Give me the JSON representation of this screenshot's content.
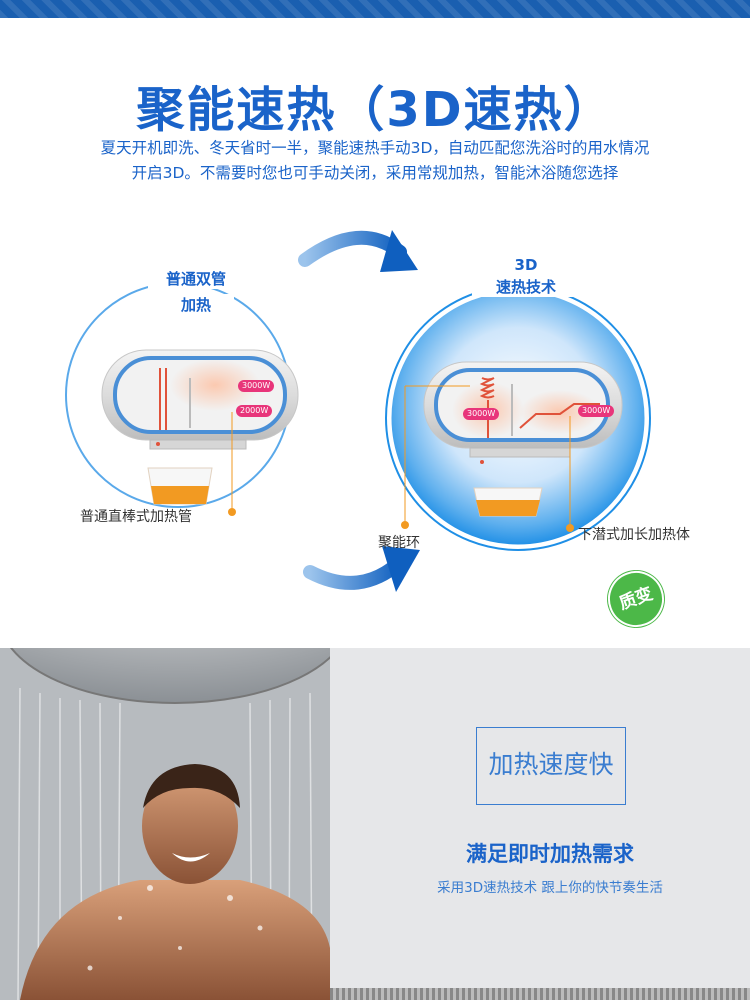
{
  "header": {
    "title": "聚能速热（3D速热）",
    "description_line1": "夏天开机即洗、冬天省时一半，聚能速热手动3D，自动匹配您洗浴时的用水情况",
    "description_line2": "开启3D。不需要时您也可手动关闭，采用常规加热，智能沐浴随您选择"
  },
  "diagram": {
    "left": {
      "label_line1": "普通双管",
      "label_line2": "加热",
      "badge_top": "3000W",
      "badge_bottom": "2000W",
      "caption": "普通直棒式加热管"
    },
    "right": {
      "label_line1": "3D",
      "label_line2": "速热技术",
      "badge_left": "3000W",
      "badge_right": "3000W",
      "tag": "质变",
      "caption_left": "聚能环",
      "caption_right": "下潜式加长加热体"
    }
  },
  "feature": {
    "box_text": "加热速度快",
    "title": "满足即时加热需求",
    "subtitle": "采用3D速热技术 跟上你的快节奏生活"
  },
  "colors": {
    "brand_blue": "#1a63c9",
    "accent_pink": "#e8357a",
    "accent_orange": "#f29a22",
    "accent_green": "#4cb848"
  }
}
